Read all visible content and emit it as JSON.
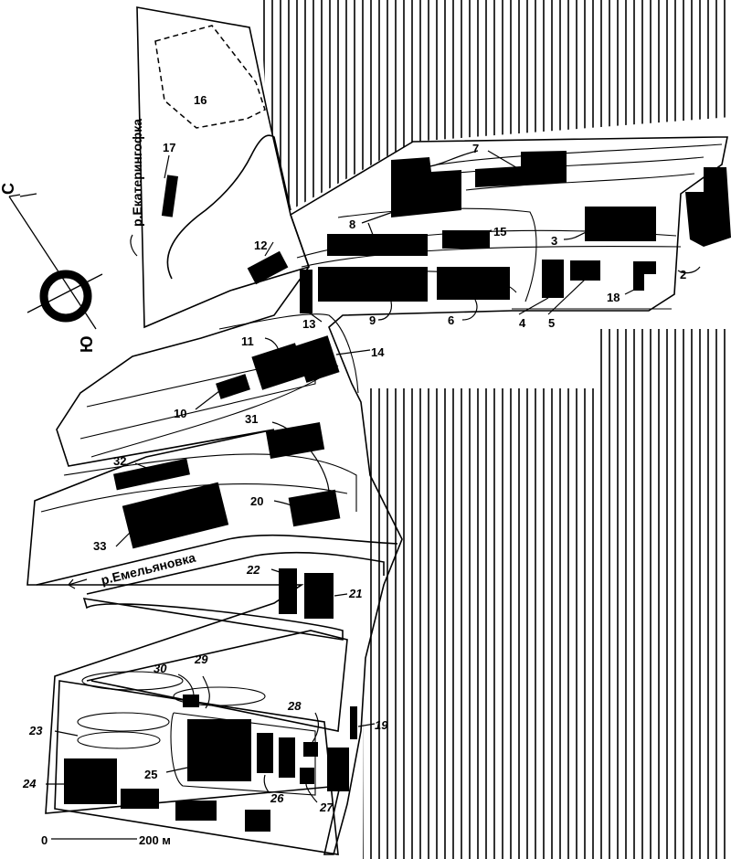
{
  "rivers": {
    "ekateringofka": "р.Екатерингофка",
    "emelyanovka": "р.Емельяновка"
  },
  "compass": {
    "north": "С",
    "south": "Ю"
  },
  "scale": {
    "zero": "0",
    "label": "200 м"
  },
  "labels": {
    "n1": "2",
    "n2": "3",
    "n3": "4",
    "n4": "5",
    "n5": "6",
    "n6": "7",
    "n7": "8",
    "n8": "9",
    "n9": "10",
    "n10": "11",
    "n11": "12",
    "n12": "13",
    "n13": "14",
    "n14": "15",
    "n15": "16",
    "n16": "17",
    "n17": "18",
    "n18": "19",
    "n19": "20",
    "n20": "21",
    "n21": "22",
    "n22": "23",
    "n23": "24",
    "n24": "25",
    "n25": "26",
    "n26": "27",
    "n27": "28",
    "n28": "29",
    "n29": "30",
    "n30": "31",
    "n31": "32",
    "n32": "33"
  },
  "colors": {
    "ink": "#000000",
    "paper": "#ffffff"
  }
}
